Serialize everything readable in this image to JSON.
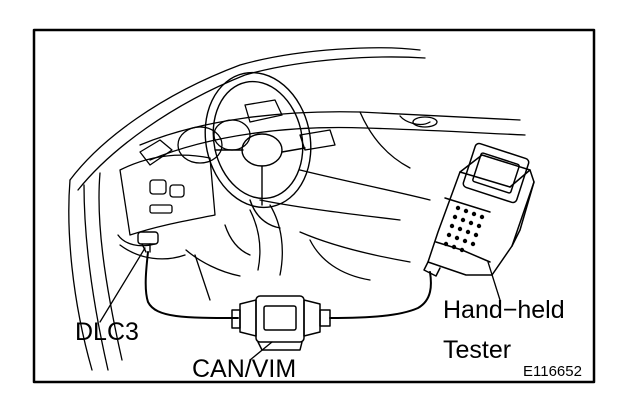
{
  "figure": {
    "code": "E116652",
    "labels": {
      "dlc3": "DLC3",
      "can_vim": "CAN/VIM",
      "tester_line1": "Hand−held",
      "tester_line2": "Tester"
    }
  },
  "colors": {
    "ink": "#000000",
    "paper": "#ffffff"
  }
}
